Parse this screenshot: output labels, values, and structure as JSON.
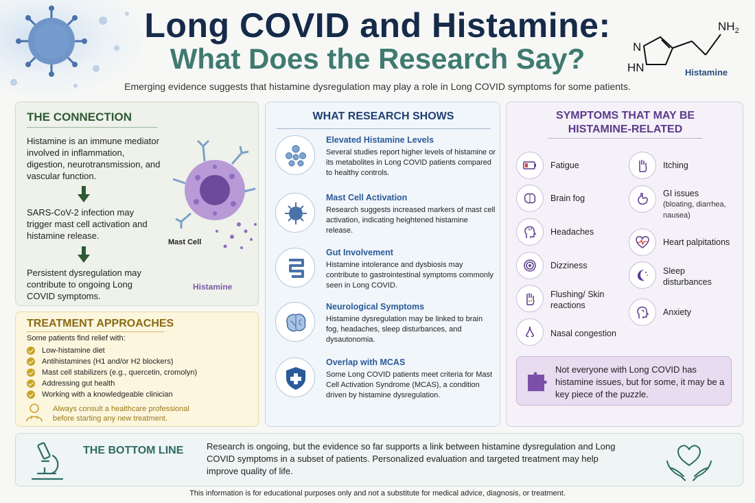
{
  "header": {
    "title_line1": "Long COVID and Histamine:",
    "title_line2": "What Does the Research Say?",
    "subtitle": "Emerging evidence suggests that histamine dysregulation may play a role in Long COVID symptoms for some patients.",
    "molecule": {
      "label": "Histamine",
      "nh2": "NH",
      "nh2_sub": "2",
      "n": "N",
      "hn": "HN"
    }
  },
  "connection": {
    "heading": "THE CONNECTION",
    "para1": "Histamine is an immune mediator involved in inflammation, digestion, neurotransmission, and vascular function.",
    "para2": "SARS-CoV-2 infection may trigger mast cell activation and histamine release.",
    "para3": "Persistent dysregulation may contribute to ongoing Long COVID symptoms.",
    "mast_cell_label": "Mast Cell",
    "histamine_label": "Histamine"
  },
  "treatment": {
    "heading": "TREATMENT APPROACHES",
    "intro": "Some patients find relief with:",
    "items": [
      "Low-histamine diet",
      "Antihistamines (H1 and/or H2 blockers)",
      "Mast cell stabilizers (e.g., quercetin, cromolyn)",
      "Addressing gut health",
      "Working with a knowledgeable clinician"
    ],
    "consult": "Always consult a healthcare professional before starting any new treatment."
  },
  "research": {
    "heading": "WHAT RESEARCH SHOWS",
    "items": [
      {
        "title": "Elevated Histamine Levels",
        "body": "Several studies report higher levels of histamine or its metabolites in Long COVID patients compared to healthy controls."
      },
      {
        "title": "Mast Cell Activation",
        "body": "Research suggests increased markers of mast cell activation, indicating heightened histamine release."
      },
      {
        "title": "Gut Involvement",
        "body": "Histamine intolerance and dysbiosis may contribute to gastrointestinal symptoms commonly seen in Long COVID."
      },
      {
        "title": "Neurological Symptoms",
        "body": "Histamine dysregulation may be linked to brain fog, headaches, sleep disturbances, and dysautonomia."
      },
      {
        "title": "Overlap with MCAS",
        "body": "Some Long COVID patients meet criteria for Mast Cell Activation Syndrome (MCAS), a condition driven by histamine dysregulation."
      }
    ]
  },
  "symptoms": {
    "heading_line1": "SYMPTOMS THAT MAY BE",
    "heading_line2": "HISTAMINE-RELATED",
    "left": [
      "Fatigue",
      "Brain fog",
      "Headaches",
      "Dizziness",
      "Flushing/ Skin reactions",
      "Nasal congestion"
    ],
    "right": [
      {
        "label": "Itching",
        "sub": ""
      },
      {
        "label": "GI issues",
        "sub": "(bloating, diarrhea, nausea)"
      },
      {
        "label": "Heart palpitations",
        "sub": ""
      },
      {
        "label": "Sleep disturbances",
        "sub": ""
      },
      {
        "label": "Anxiety",
        "sub": ""
      }
    ],
    "callout": "Not everyone with Long COVID has histamine issues, but for some, it may be a key piece of the puzzle."
  },
  "bottom": {
    "heading": "THE BOTTOM LINE",
    "text": "Research is ongoing, but the evidence so far supports a link between histamine dysregulation and Long COVID symptoms in a subset of patients. Personalized evaluation and targeted treatment may help improve quality of life."
  },
  "disclaimer": "This information is for educational purposes only and not a substitute for medical advice, diagnosis, or treatment.",
  "colors": {
    "title_navy": "#162a4a",
    "title_teal": "#3f7a70",
    "connection_green": "#2f5a34",
    "treatment_gold": "#8a6a10",
    "research_blue": "#1f3f72",
    "symptoms_purple": "#5b3a8a"
  }
}
